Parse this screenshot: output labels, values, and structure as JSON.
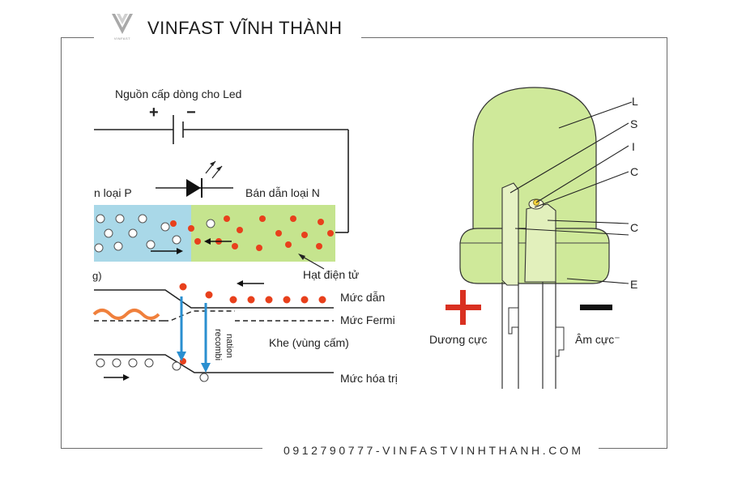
{
  "brand": {
    "name": "VINFAST VĨNH THÀNH",
    "logo_text": "VINFAST",
    "logo_icon": "vinfast-v-logo-icon"
  },
  "footer": {
    "contact": "0912790777-VINFASTVINHTHANH.COM"
  },
  "left_diagram": {
    "source_label": "Nguồn cấp dòng cho Led",
    "plus": "+",
    "minus": "−",
    "p_type": "n loại P",
    "n_type": "Bán dẫn loại N",
    "electrons": "Hạt điện tử",
    "band_label": "g)",
    "conduction": "Mức dẫn",
    "fermi": "Mức Fermi",
    "gap": "Khe (vùng cấm)",
    "valence": "Mức hóa trị",
    "recombination_1": "recombi",
    "recombination_2": "nation"
  },
  "right_diagram": {
    "anode": "Dương cực",
    "cathode": "Âm cực",
    "cathode_tail": "⁻",
    "callouts": [
      "L",
      "S",
      "I",
      "C",
      "C",
      "E"
    ],
    "plus_color": "#d93020",
    "lens_color": "#cfe99a"
  }
}
